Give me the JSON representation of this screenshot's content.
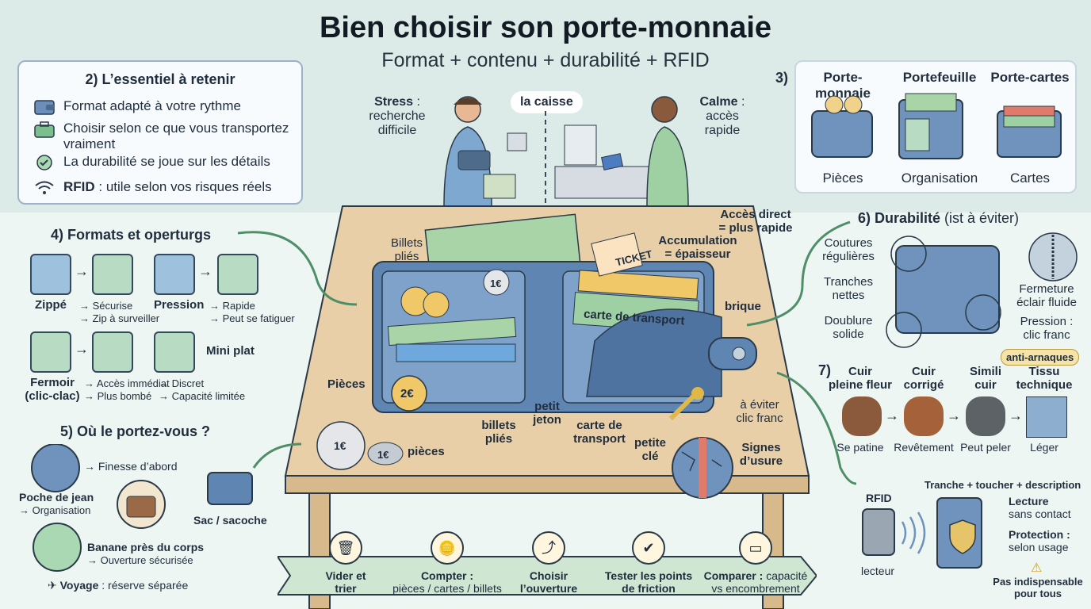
{
  "title": "Bien choisir son porte-monnaie",
  "subtitle": "Format + contenu + durabilité + RFID",
  "essentiel": {
    "heading": "2) L’essentiel à retenir",
    "items": [
      {
        "icon": "wallet-icon",
        "text": "Format adapté à votre rythme"
      },
      {
        "icon": "briefcase-icon",
        "text": "Choisir selon ce que vous transportez vraiment"
      },
      {
        "icon": "badge-check-icon",
        "text": "La durabilité se joue sur les détails"
      },
      {
        "icon": "wifi-icon",
        "bold": "RFID",
        "text": " : utile selon vos risques réels"
      }
    ]
  },
  "scene": {
    "stress_bold": "Stress",
    "stress_text": " :\nrecherche\ndifficile",
    "caisse": "la caisse",
    "calme_bold": "Calme",
    "calme_text": " :\naccès\nrapide"
  },
  "types": {
    "number": "3)",
    "items": [
      {
        "name": "Porte-monnaie",
        "caption": "Pièces"
      },
      {
        "name": "Portefeuille",
        "caption": "Organisation"
      },
      {
        "name": "Porte-cartes",
        "caption": "Cartes"
      }
    ]
  },
  "formats": {
    "heading": "4) Formats et operturgs",
    "items": [
      {
        "name": "Zippé",
        "lines": [
          "→ Sécurise",
          "→ Zip à surveiller"
        ]
      },
      {
        "name": "Pression",
        "lines": [
          "→ Rapide",
          "→ Peut se fatiguer"
        ]
      },
      {
        "name": "Fermoir\n(clic-clac)",
        "lines": [
          "→ Accès immédiat",
          "→ Plus bombé"
        ]
      },
      {
        "name": "Mini plat",
        "lines": [
          "→ Discret",
          "→ Capacité limitée"
        ]
      }
    ]
  },
  "wallet": {
    "acces_direct": "Accès direct\n= plus rapide",
    "accumulation": "Accumulation\n= épaisseur",
    "billets_plies_top": "Billets\npliés",
    "brique": "brique",
    "pieces": "Pièces",
    "carte_transport": "carte de transport",
    "ticket": "TICKET",
    "coin_big": "2€",
    "coin_small": "1€",
    "billets_plies": "billets\npliés",
    "petit_jeton": "petit\njeton",
    "carte_de_transport": "carte de\ntransport",
    "petite_cle": "petite\nclé",
    "a_eviter": "à éviter\nclic franc",
    "signes_usure": "Signes\nd’usure",
    "pieces_small": "pièces",
    "coin_a": "1€",
    "coin_b": "1€"
  },
  "porter": {
    "heading": "5) Où le portez-vous ?",
    "finesse": "→ Finesse d’abord",
    "poche": "Poche de jean",
    "poche_sub": "→ Organisation",
    "sac": "Sac / sacoche",
    "banane": "Banane près du corps",
    "banane_sub": "→ Ouverture sécurisée",
    "voyage_bold": "Voyage",
    "voyage_text": " : réserve séparée"
  },
  "durabilite": {
    "heading_bold": "6) Durabilité",
    "heading_rest": " (ist à éviter)",
    "coutures": "Coutures\nrégulières",
    "tranches": "Tranches\nnettes",
    "doublure": "Doublure\nsolide",
    "fermeture": "Fermeture\néclair fluide",
    "pression": "Pression :\nclic franc",
    "badge": "anti-arnaques"
  },
  "materials": {
    "number": "7)",
    "items": [
      {
        "name": "Cuir\npleine fleur",
        "caption": "Se patine",
        "color": "#8b5a3c"
      },
      {
        "name": "Cuir\ncorrigé",
        "caption": "Revêtement",
        "color": "#a5623a"
      },
      {
        "name": "Simili\ncuir",
        "caption": "Peut peler",
        "color": "#5d6266"
      },
      {
        "name": "Tissu\ntechnique",
        "caption": "Léger",
        "color": "#8eaed0"
      }
    ]
  },
  "rfid": {
    "label": "RFID",
    "lecteur": "lecteur",
    "tranche": "Tranche + toucher + description",
    "lecture_bold": "Lecture",
    "lecture_text": "sans contact",
    "protection_bold": "Protection :",
    "protection_text": "selon usage",
    "note": "Pas indispensable\npour tous"
  },
  "steps": [
    {
      "icon": "trash-icon",
      "bold": "Vider et\ntrier",
      "text": ""
    },
    {
      "icon": "coins-icon",
      "bold": "Compter :",
      "text": "pièces / cartes / billets"
    },
    {
      "icon": "open-icon",
      "bold": "Choisir\nl’ouverture",
      "text": ""
    },
    {
      "icon": "check-icon",
      "bold": "Tester les points\nde friction",
      "text": ""
    },
    {
      "icon": "wallet-compare-icon",
      "bold": "Comparer :",
      "text": " capacité\nvs encombrement"
    }
  ],
  "colors": {
    "wallet": "#5f86b3",
    "table": "#e9cfa8",
    "bill": "#a8d4a8",
    "accent": "#4e8e68"
  }
}
